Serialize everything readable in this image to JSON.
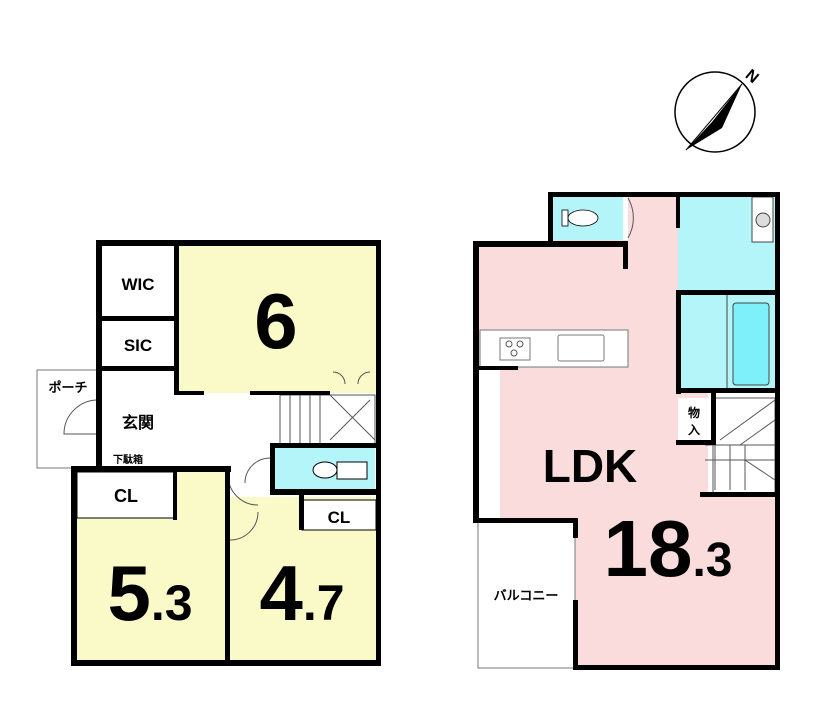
{
  "colors": {
    "bedroom": "#fafac8",
    "ldk": "#fadcdc",
    "wet": "#b4f5fa",
    "wall": "#000000"
  },
  "compass": {
    "label": "N",
    "icon": "north-arrow-icon"
  },
  "floor1": {
    "wic": "WIC",
    "sic": "SIC",
    "porch": "ポーチ",
    "entrance": "玄関",
    "shoe_box": "下駄箱",
    "room_a": {
      "size_main": "6",
      "size_dec": ""
    },
    "room_b": {
      "size_main": "5",
      "size_dec": ".3",
      "closet": "CL"
    },
    "room_c": {
      "size_main": "4",
      "size_dec": ".7",
      "closet": "CL"
    }
  },
  "floor2": {
    "ldk_label": "LDK",
    "ldk_size_main": "18",
    "ldk_size_dec": ".3",
    "storage": "物入",
    "balcony": "バルコニー"
  }
}
